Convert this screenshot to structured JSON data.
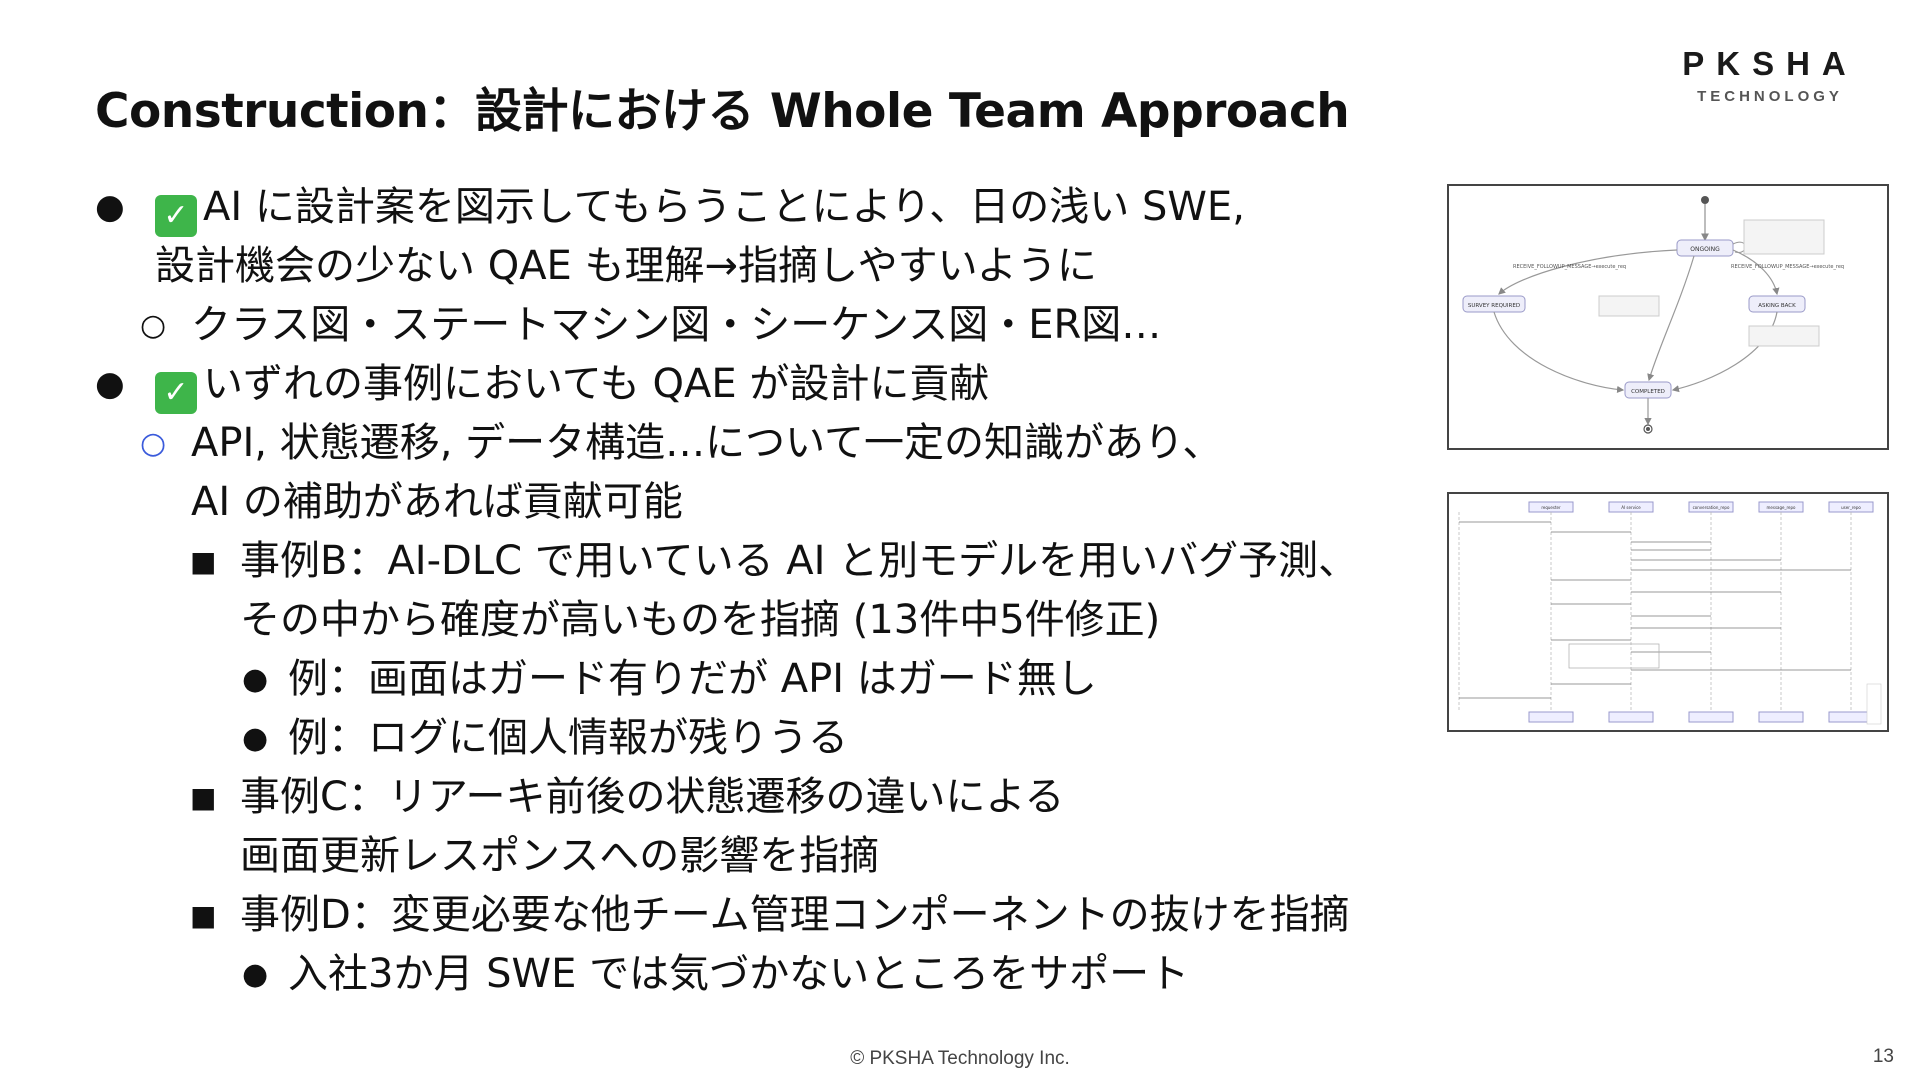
{
  "slide": {
    "title": "Construction：設計における Whole Team Approach",
    "logo": {
      "main": "PKSHA",
      "sub": "TECHNOLOGY"
    },
    "bullets": [
      {
        "text": "AI に設計案を図示してもらうことにより、日の浅い SWE,",
        "cont": "設計機会の少ない QAE も理解→指摘しやすいように"
      },
      {
        "text": "クラス図・ステートマシン図・シーケンス図・ER図…"
      },
      {
        "text": "いずれの事例においても QAE が設計に貢献"
      },
      {
        "text": "API, 状態遷移, データ構造…について一定の知識があり、",
        "cont": "AI の補助があれば貢献可能"
      },
      {
        "text": "事例B：AI-DLC で用いている AI と別モデルを用いバグ予測、",
        "cont": "その中から確度が高いものを指摘 (13件中5件修正)"
      },
      {
        "text": "例：画面はガード有りだが API はガード無し"
      },
      {
        "text": "例：ログに個人情報が残りうる"
      },
      {
        "text": "事例C：リアーキ前後の状態遷移の違いによる",
        "cont": "画面更新レスポンスへの影響を指摘"
      },
      {
        "text": "事例D：変更必要な他チーム管理コンポーネントの抜けを指摘"
      },
      {
        "text": "入社3か月 SWE では気づかないところをサポート"
      }
    ],
    "check_color": "#3eb54a",
    "footer": "© PKSHA Technology Inc.",
    "page_number": "13"
  },
  "state_diagram": {
    "states": [
      "ONGOING",
      "SURVEY REQUIRED",
      "ASKING BACK",
      "COMPLETED"
    ],
    "transitions": [
      "RECEIVE_FOLLOWUP_MESSAGE→execute_req",
      "RECEIVE_FOLLOWUP_MESSAGE→execute_req"
    ]
  },
  "sequence_diagram": {
    "participants": [
      "requester",
      "AI service",
      "conversation_repo",
      "message_repo",
      "user_repo"
    ]
  }
}
